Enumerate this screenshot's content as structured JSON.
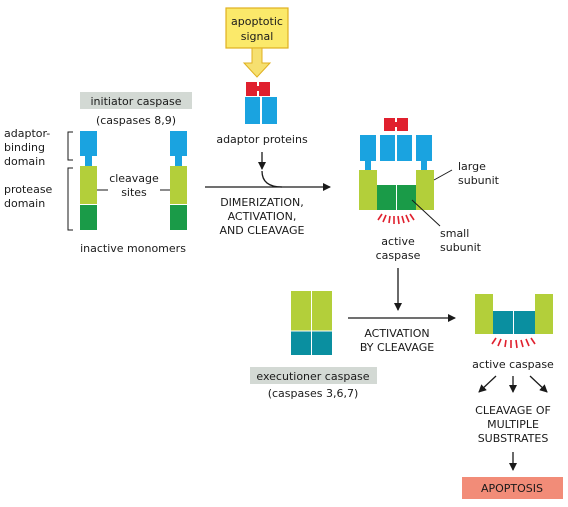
{
  "colors": {
    "blue": "#1aa3e0",
    "red": "#e0202e",
    "light_green": "#b3cf3a",
    "dark_green": "#1a9b48",
    "teal": "#0a8fa0",
    "signal_fill": "#fbe96a",
    "signal_border": "#e0b020",
    "signal_arrow": "#f6e070",
    "label_box": "#d3d9d4",
    "apoptosis_box": "#f28c78",
    "cleavage_marks": "#e0202e"
  },
  "signal": {
    "line1": "apoptotic",
    "line2": "signal"
  },
  "adaptor": {
    "label": "adaptor proteins"
  },
  "initiator": {
    "title": "initiator caspase",
    "subtitle": "(caspases 8,9)"
  },
  "domains": {
    "adaptor_binding": [
      "adaptor-",
      "binding",
      "domain"
    ],
    "protease": [
      "protease",
      "domain"
    ]
  },
  "cleavage_sites": [
    "cleavage",
    "sites"
  ],
  "inactive": {
    "label": "inactive monomers"
  },
  "step1": {
    "lines": [
      "DIMERIZATION,",
      "ACTIVATION,",
      "AND CLEAVAGE"
    ]
  },
  "large_subunit": [
    "large",
    "subunit"
  ],
  "small_subunit": [
    "small",
    "subunit"
  ],
  "active_caspase1": [
    "active",
    "caspase"
  ],
  "step2": {
    "lines": [
      "ACTIVATION",
      "BY CLEAVAGE"
    ]
  },
  "executioner": {
    "title": "executioner caspase",
    "subtitle": "(caspases 3,6,7)"
  },
  "active_caspase2": {
    "label": "active caspase"
  },
  "substrates": {
    "lines": [
      "CLEAVAGE OF",
      "MULTIPLE",
      "SUBSTRATES"
    ]
  },
  "apoptosis": {
    "label": "APOPTOSIS"
  }
}
